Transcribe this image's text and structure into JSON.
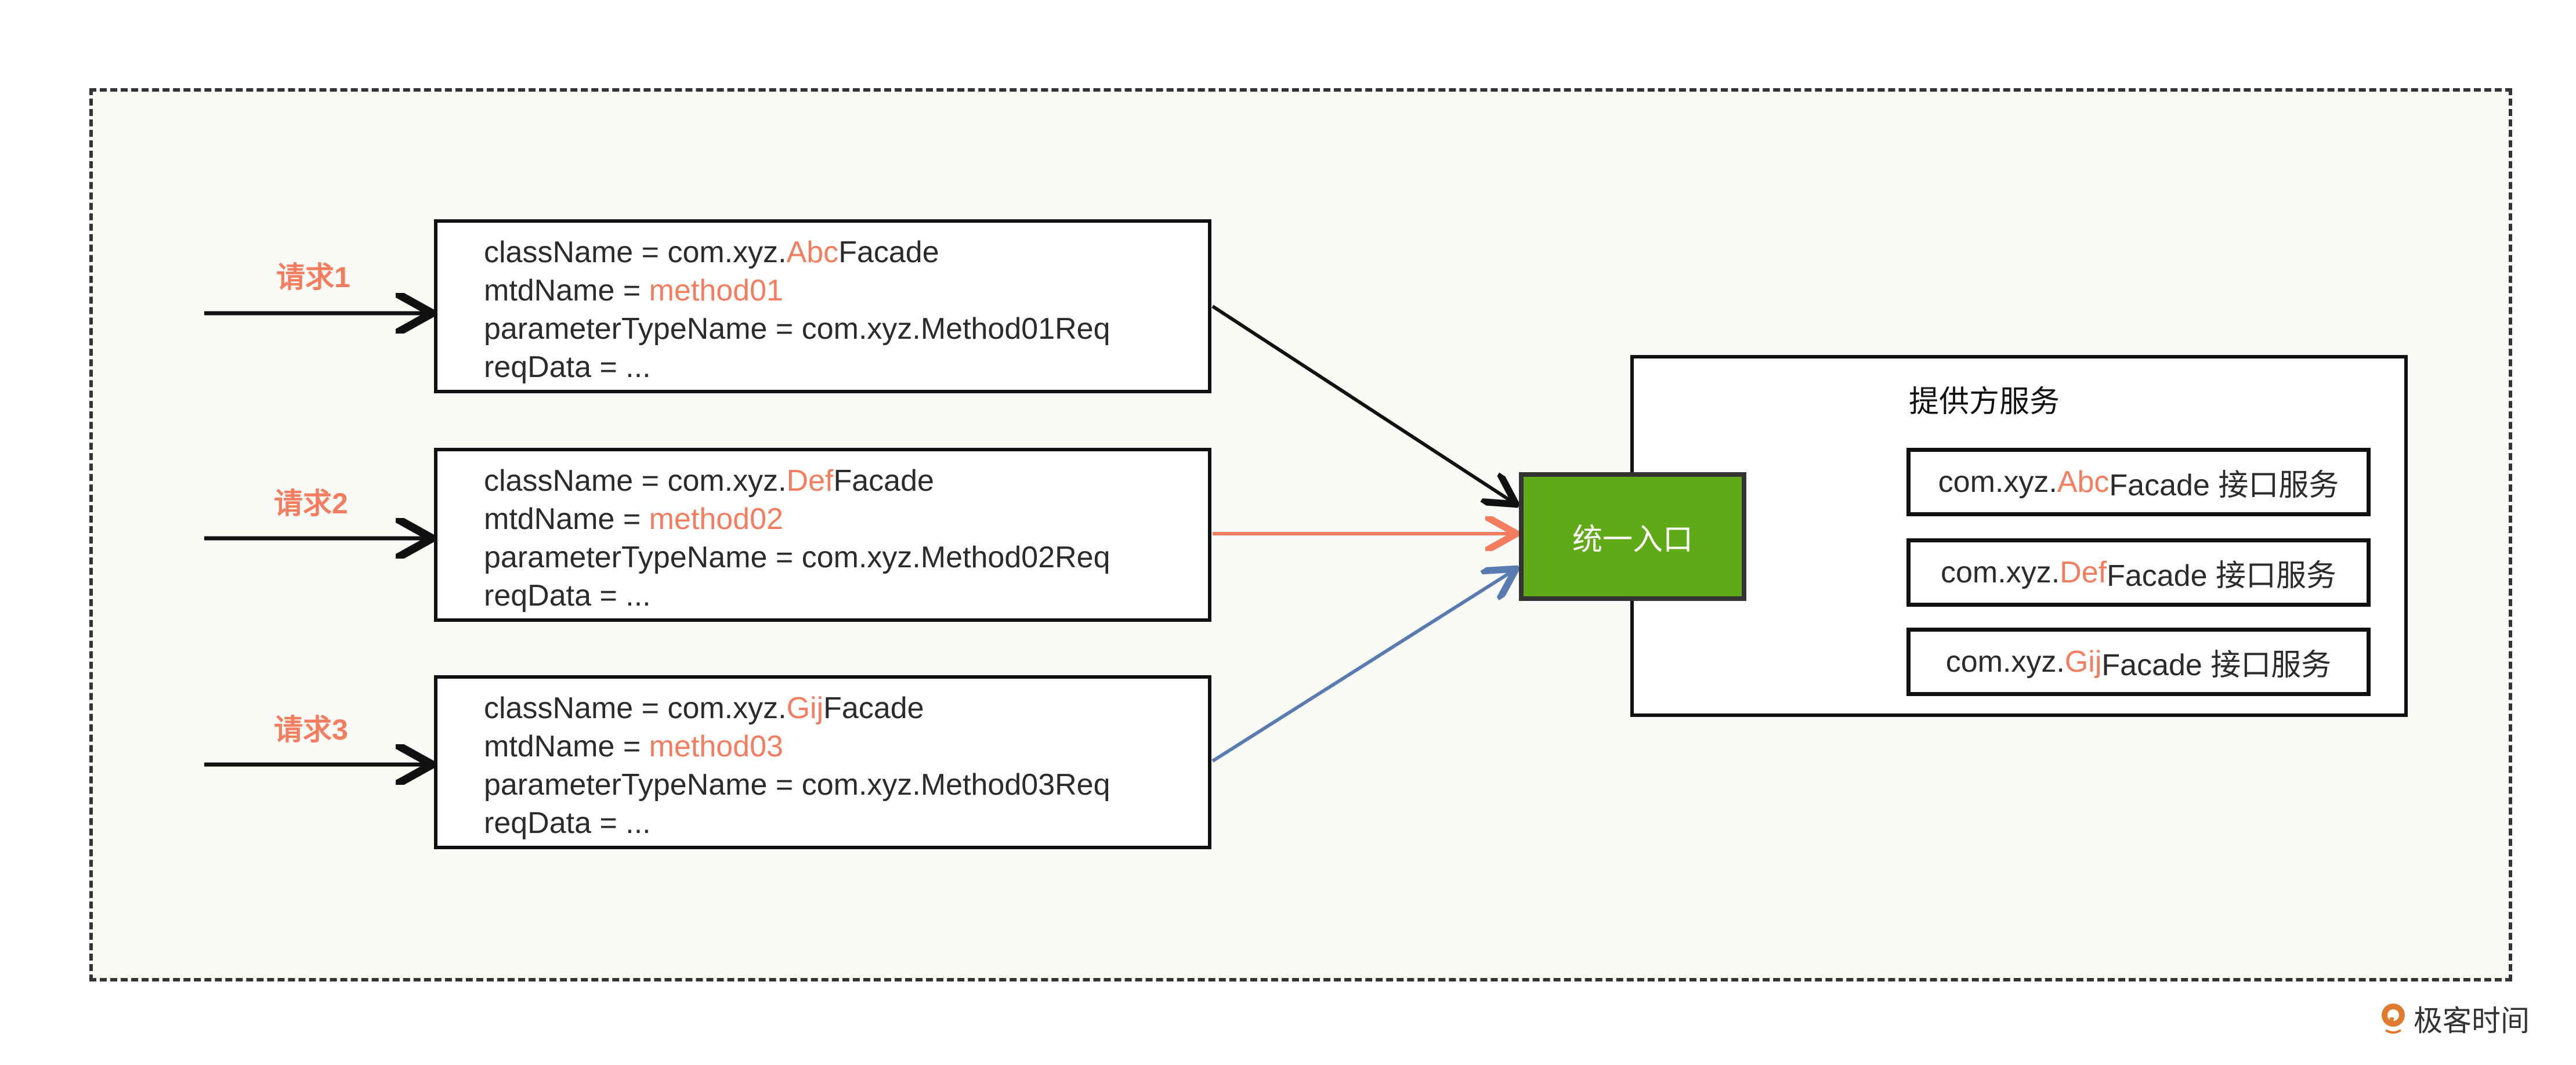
{
  "colors": {
    "accent": "#f47c5f",
    "entry_green": "#60a917",
    "blue_arrow": "#5a7bb0",
    "frame_bg": "#fafaf6"
  },
  "requests": [
    {
      "label": "请求1",
      "class_prefix": "className = com.xyz.",
      "class_hl": "Abc",
      "class_suffix": "Facade",
      "mtd_prefix": "mtdName = ",
      "mtd_hl": "method01",
      "param": "parameterTypeName = com.xyz.Method01Req",
      "req": "reqData = ..."
    },
    {
      "label": "请求2",
      "class_prefix": "className = com.xyz.",
      "class_hl": "Def",
      "class_suffix": "Facade",
      "mtd_prefix": "mtdName = ",
      "mtd_hl": "method02",
      "param": "parameterTypeName = com.xyz.Method02Req",
      "req": "reqData = ..."
    },
    {
      "label": "请求3",
      "class_prefix": "className = com.xyz.",
      "class_hl": "Gij",
      "class_suffix": "Facade",
      "mtd_prefix": "mtdName = ",
      "mtd_hl": "method03",
      "param": "parameterTypeName = com.xyz.Method03Req",
      "req": "reqData = ..."
    }
  ],
  "entry": {
    "label": "统一入口"
  },
  "provider": {
    "title": "提供方服务",
    "services": [
      {
        "prefix": "com.xyz.",
        "hl": "Abc",
        "suffix": "Facade 接口服务"
      },
      {
        "prefix": "com.xyz.",
        "hl": "Def",
        "suffix": "Facade 接口服务"
      },
      {
        "prefix": "com.xyz.",
        "hl": "Gij",
        "suffix": "Facade 接口服务"
      }
    ]
  },
  "logo": {
    "text": "极客时间",
    "icon": "geektime-logo-icon"
  }
}
